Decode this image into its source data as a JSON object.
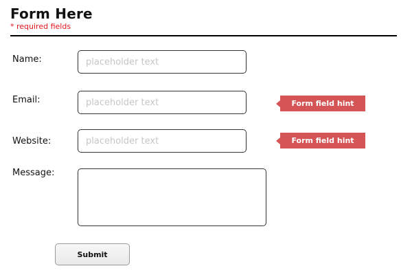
{
  "form": {
    "title": "Form Here",
    "required_note": "* required fields",
    "fields": {
      "name": {
        "label": "Name:",
        "placeholder": "placeholder text",
        "value": ""
      },
      "email": {
        "label": "Email:",
        "placeholder": "placeholder text",
        "value": "",
        "hint": "Form field hint"
      },
      "website": {
        "label": "Website:",
        "placeholder": "placeholder text",
        "value": "",
        "hint": "Form field hint"
      },
      "message": {
        "label": "Message:",
        "value": ""
      }
    },
    "submit_label": "Submit"
  },
  "colors": {
    "required": "#e8141c",
    "hint_bg": "#d55556",
    "rule": "#000000"
  }
}
